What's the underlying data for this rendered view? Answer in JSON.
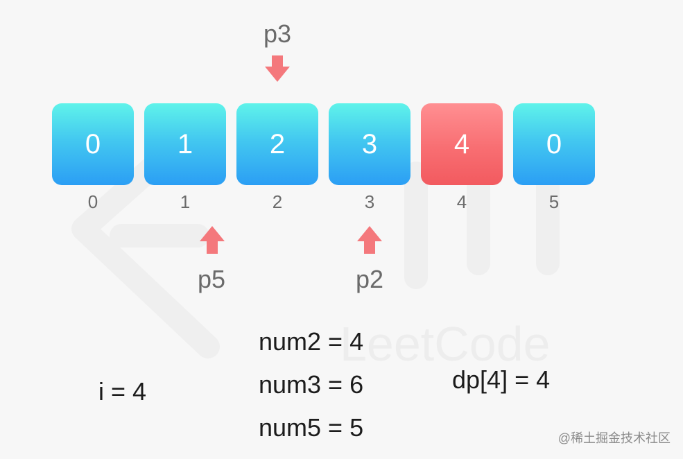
{
  "array": {
    "values": [
      "0",
      "1",
      "2",
      "3",
      "4",
      "0"
    ],
    "indices": [
      "0",
      "1",
      "2",
      "3",
      "4",
      "5"
    ],
    "current_index": 4
  },
  "pointers": {
    "p3": {
      "label": "p3",
      "index": 2,
      "side": "top"
    },
    "p5": {
      "label": "p5",
      "index": 1,
      "side": "bottom"
    },
    "p2": {
      "label": "p2",
      "index": 3,
      "side": "bottom"
    }
  },
  "variables": {
    "i": "i = 4",
    "num2": "num2 = 4",
    "num3": "num3 = 6",
    "num5": "num5 = 5",
    "dp": "dp[4] = 4"
  },
  "watermark_text": "LeetCode",
  "credit": "@稀土掘金技术社区",
  "colors": {
    "cell_top": "#5ff3ea",
    "cell_bottom": "#2b9ef4",
    "current_top": "#ff8f92",
    "current_bottom": "#f25a5f",
    "arrow": "#f4787c"
  }
}
